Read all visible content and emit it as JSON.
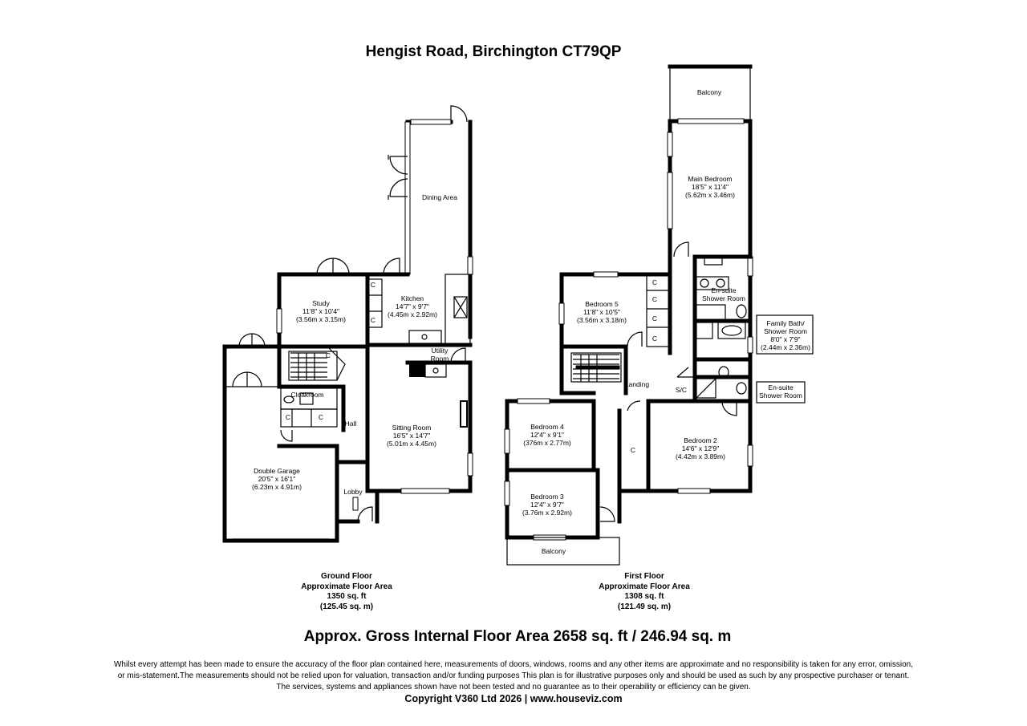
{
  "title": "Hengist Road, Birchington CT79QP",
  "rooms": {
    "dining": {
      "name": "Dining Area"
    },
    "kitchen": {
      "name": "Kitchen",
      "imperial": "14'7\" x 9'7\"",
      "metric": "(4.45m x 2.92m)"
    },
    "study": {
      "name": "Study",
      "imperial": "11'8\" x 10'4\"",
      "metric": "(3.56m x 3.15m)"
    },
    "utility": {
      "name": "Utility",
      "name2": "Room"
    },
    "cloakroom": {
      "name": "Cloakroom"
    },
    "hall": {
      "name": "Hall"
    },
    "sitting": {
      "name": "Sitting Room",
      "imperial": "16'5\" x 14'7\"",
      "metric": "(5.01m x 4.45m)"
    },
    "garage": {
      "name": "Double Garage",
      "imperial": "20'5\" x 16'1\"",
      "metric": "(6.23m x 4.91m)"
    },
    "lobby": {
      "name": "Lobby"
    },
    "balcony_top": {
      "name": "Balcony"
    },
    "main_bedroom": {
      "name": "Main Bedroom",
      "imperial": "18'5\" x 11'4\"",
      "metric": "(5.62m x 3.46m)"
    },
    "ensuite1": {
      "name": "En-suite",
      "name2": "Shower Room"
    },
    "bedroom5": {
      "name": "Bedroom 5",
      "imperial": "11'8\" x 10'5\"",
      "metric": "(3.56m x 3.18m)"
    },
    "family_bath": {
      "name": "Family Bath/",
      "name2": "Shower Room",
      "imperial": "8'0\" x 7'9\"",
      "metric": "(2.44m x 2.36m)"
    },
    "landing": {
      "name": "Landing"
    },
    "sc": {
      "name": "S/C"
    },
    "ensuite2": {
      "name": "En-suite",
      "name2": "Shower Room"
    },
    "bedroom4": {
      "name": "Bedroom 4",
      "imperial": "12'4\" x 9'1\"",
      "metric": "(376m x 2.77m)"
    },
    "bedroom2": {
      "name": "Bedroom 2",
      "imperial": "14'6\" x 12'9\"",
      "metric": "(4.42m x 3.89m)"
    },
    "bedroom3": {
      "name": "Bedroom 3",
      "imperial": "12'4\" x 9'7\"",
      "metric": "(3.76m x 2.92m)"
    },
    "balcony_bottom": {
      "name": "Balcony"
    },
    "cupboard": {
      "name": "C"
    }
  },
  "ground_floor": {
    "line1": "Ground Floor",
    "line2": "Approximate Floor Area",
    "line3": "1350 sq. ft",
    "line4": "(125.45 sq. m)"
  },
  "first_floor": {
    "line1": "First Floor",
    "line2": "Approximate Floor Area",
    "line3": "1308 sq. ft",
    "line4": "(121.49 sq. m)"
  },
  "gross_area": "Approx. Gross Internal Floor Area 2658 sq. ft / 246.94 sq. m",
  "disclaimer": {
    "line1": "Whilst every attempt has been made to ensure the accuracy of the floor plan contained here, measurements of doors, windows, rooms and any other items are approximate and no responsibility is taken for any error, omission,",
    "line2": "or mis-statement.The measurements should not be relied upon for valuation, transaction and/or funding purposes This plan is for illustrative purposes only and should be used as such by any prospective purchaser or tenant.",
    "line3": "The services, systems and appliances shown have not been tested and no guarantee as to their operability or efficiency can be given."
  },
  "copyright": "Copyright V360 Ltd 2026 | www.houseviz.com"
}
